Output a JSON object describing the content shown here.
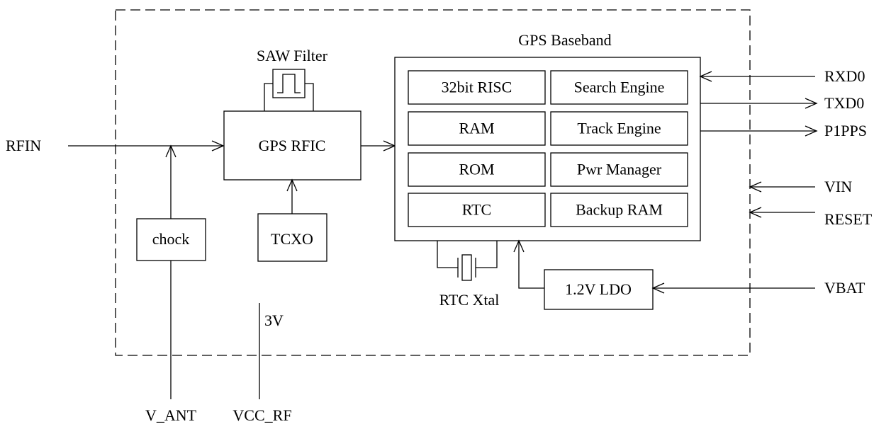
{
  "labels": {
    "baseband_title": "GPS Baseband",
    "saw_filter": "SAW Filter",
    "rfic": "GPS RFIC",
    "tcxo": "TCXO",
    "chock": "chock",
    "rtc_xtal": "RTC Xtal",
    "ldo": "1.2V LDO",
    "v3": "3V"
  },
  "baseband_blocks": [
    "32bit RISC",
    "Search Engine",
    "RAM",
    "Track Engine",
    "ROM",
    "Pwr Manager",
    "RTC",
    "Backup RAM"
  ],
  "signals": {
    "rfin": "RFIN",
    "rxd0": "RXD0",
    "txd0": "TXD0",
    "p1pps": "P1PPS",
    "vin": "VIN",
    "reset": "RESET",
    "vbat": "VBAT",
    "v_ant": "V_ANT",
    "vcc_rf": "VCC_RF"
  }
}
